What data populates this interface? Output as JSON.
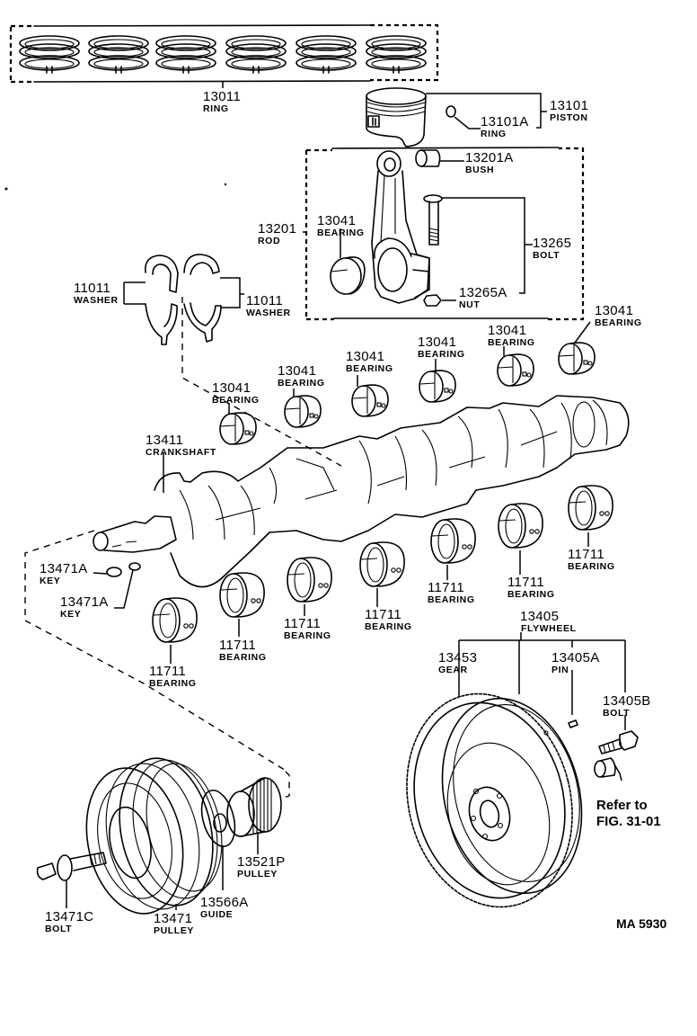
{
  "figure": {
    "code": "MA 5930",
    "reference_note": [
      "Refer to",
      "FIG. 31-01"
    ]
  },
  "parts": {
    "ring_set": {
      "number": "13011",
      "name": "RING"
    },
    "piston": {
      "number": "13101",
      "name": "PISTON"
    },
    "piston_ring": {
      "number": "13101A",
      "name": "RING"
    },
    "bush": {
      "number": "13201A",
      "name": "BUSH"
    },
    "rod": {
      "number": "13201",
      "name": "ROD"
    },
    "rod_bearing": {
      "number": "13041",
      "name": "BEARING"
    },
    "rod_bolt": {
      "number": "13265",
      "name": "BOLT"
    },
    "rod_nut": {
      "number": "13265A",
      "name": "NUT"
    },
    "washer_left": {
      "number": "11011",
      "name": "WASHER"
    },
    "washer_right": {
      "number": "11011",
      "name": "WASHER"
    },
    "upper_bearings": [
      {
        "number": "13041",
        "name": "BEARING"
      },
      {
        "number": "13041",
        "name": "BEARING"
      },
      {
        "number": "13041",
        "name": "BEARING"
      },
      {
        "number": "13041",
        "name": "BEARING"
      },
      {
        "number": "13041",
        "name": "BEARING"
      },
      {
        "number": "13041",
        "name": "BEARING"
      }
    ],
    "crankshaft": {
      "number": "13411",
      "name": "CRANKSHAFT"
    },
    "key_1": {
      "number": "13471A",
      "name": "KEY"
    },
    "key_2": {
      "number": "13471A",
      "name": "KEY"
    },
    "lower_bearings": [
      {
        "number": "11711",
        "name": "BEARING"
      },
      {
        "number": "11711",
        "name": "BEARING"
      },
      {
        "number": "11711",
        "name": "BEARING"
      },
      {
        "number": "11711",
        "name": "BEARING"
      },
      {
        "number": "11711",
        "name": "BEARING"
      },
      {
        "number": "11711",
        "name": "BEARING"
      }
    ],
    "flywheel": {
      "number": "13405",
      "name": "FLYWHEEL"
    },
    "gear": {
      "number": "13453",
      "name": "GEAR"
    },
    "pin": {
      "number": "13405A",
      "name": "PIN"
    },
    "flywheel_bolt": {
      "number": "13405B",
      "name": "BOLT"
    },
    "pulley_bolt": {
      "number": "13471C",
      "name": "BOLT"
    },
    "pulley": {
      "number": "13471",
      "name": "PULLEY"
    },
    "guide": {
      "number": "13566A",
      "name": "GUIDE"
    },
    "timing_pulley": {
      "number": "13521P",
      "name": "PULLEY"
    }
  }
}
